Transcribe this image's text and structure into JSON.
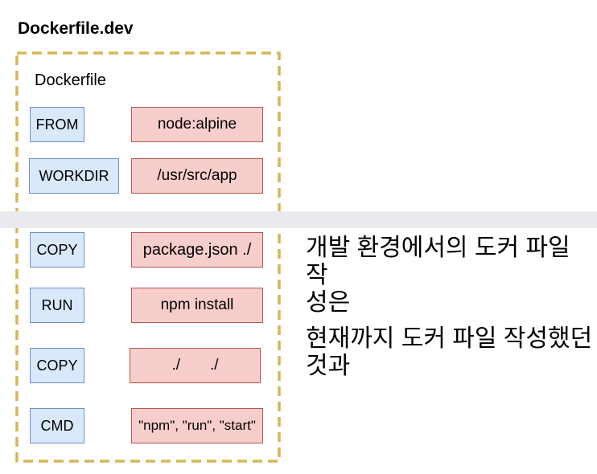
{
  "page": {
    "title": "Dockerfile.dev"
  },
  "diagram": {
    "label": "Dockerfile",
    "rows": [
      {
        "cmd": "FROM",
        "arg": "node:alpine"
      },
      {
        "cmd": "WORKDIR",
        "arg": "/usr/src/app"
      },
      {
        "cmd": "COPY",
        "arg": "package.json ./"
      },
      {
        "cmd": "RUN",
        "arg": "npm install"
      },
      {
        "cmd": "COPY",
        "arg": "./       ./"
      },
      {
        "cmd": "CMD",
        "arg": "\"npm\", \"run\", \"start\""
      }
    ],
    "colors": {
      "command_fill": "#DAE8FC",
      "command_border": "#6C8EBF",
      "argument_fill": "#F8CECC",
      "argument_border": "#B85450",
      "dashed_border": "#D6B656",
      "separator_band": "#E9EAED"
    }
  },
  "annotation": {
    "paragraphs": [
      [
        "개발 환경에서의 도커 파일 작",
        "성은"
      ],
      [
        "현재까지 도커 파일 작성했던",
        "것과"
      ]
    ]
  }
}
